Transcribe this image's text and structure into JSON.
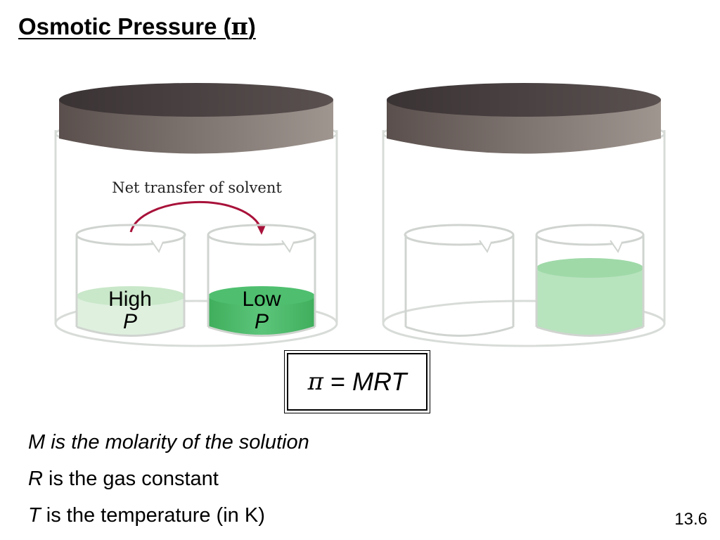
{
  "slide": {
    "title_text": "Osmotic Pressure (",
    "title_symbol": "π",
    "title_close": ")",
    "slide_number": "13.6"
  },
  "figure": {
    "caption": "Net transfer of solvent",
    "left_beaker": {
      "label": "High",
      "var": "P"
    },
    "right_beaker": {
      "label": "Low",
      "var": "P"
    },
    "colors": {
      "lid": "#6e6460",
      "glass_outline": "#d8dcd8",
      "dilute_solution": "#cfe9cf",
      "concentrated_solution": "#4fbf6f",
      "equilibrium_solution": "#a8dcb0",
      "arrow": "#a8123a"
    }
  },
  "equation": {
    "symbol": "π",
    "equals": "=",
    "rhs": "MRT"
  },
  "definitions": [
    {
      "var": "M",
      "text": " is the molarity of the solution"
    },
    {
      "var": "R",
      "text": " is the gas constant"
    },
    {
      "var": "T",
      "text": " is the temperature (in K)"
    }
  ]
}
